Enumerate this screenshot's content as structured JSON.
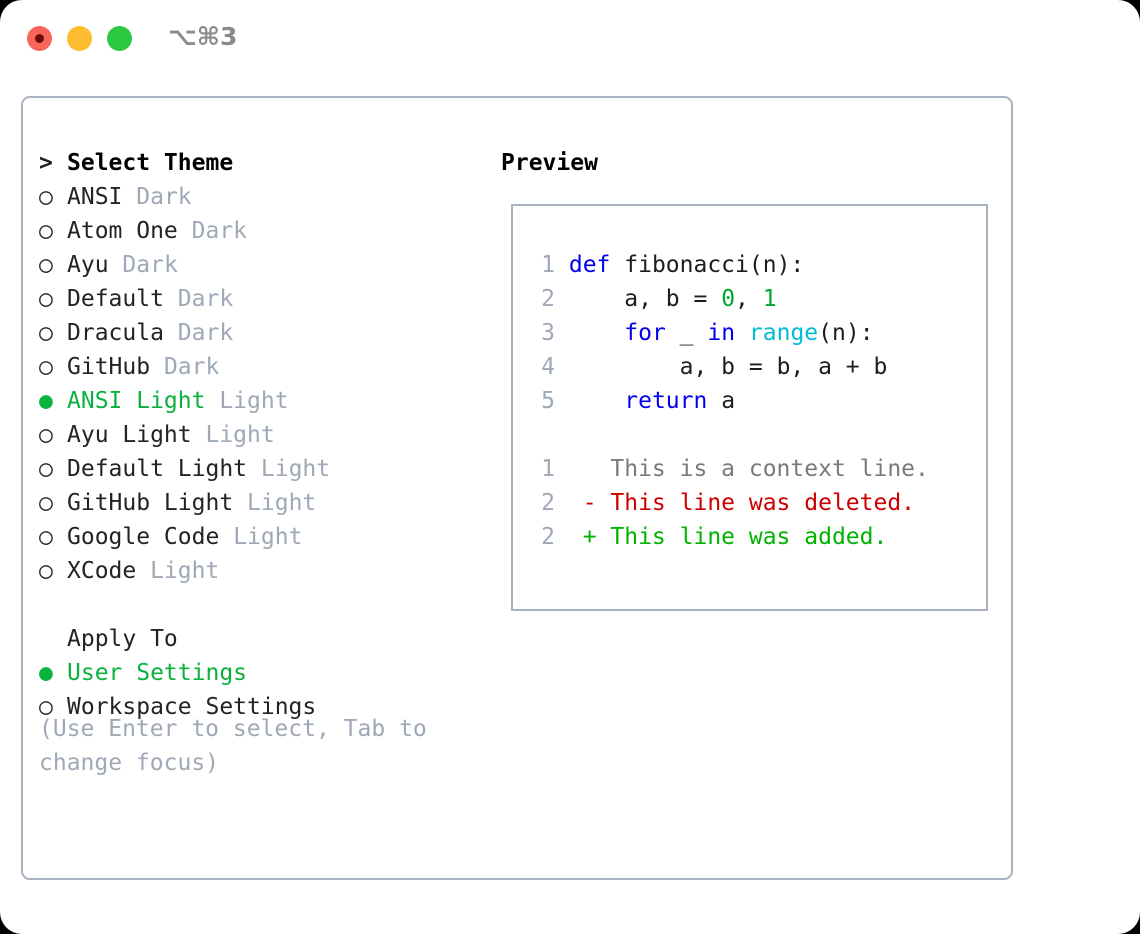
{
  "window": {
    "traffic_lights": [
      "close",
      "minimize",
      "maximize"
    ],
    "shortcut": "⌥⌘3",
    "colors": {
      "close": "#fa6459",
      "minimize": "#fdbd2e",
      "maximize": "#2bc840",
      "border": "#a8b2c1",
      "accent_green": "#09b23d",
      "muted": "#9fa8b6",
      "keyword_blue": "#0000ee",
      "function_cyan": "#00bcd4",
      "number_green": "#00a82d",
      "diff_add": "#00b300",
      "diff_del": "#cc0000",
      "diff_ctx": "#7a7a7a"
    }
  },
  "theme_panel": {
    "header_marker": ">",
    "header": "Select Theme",
    "selected_marker": "●",
    "unselected_marker": "○",
    "items": [
      {
        "name": "ANSI",
        "kind": "Dark",
        "selected": false
      },
      {
        "name": "Atom One",
        "kind": "Dark",
        "selected": false
      },
      {
        "name": "Ayu",
        "kind": "Dark",
        "selected": false
      },
      {
        "name": "Default",
        "kind": "Dark",
        "selected": false
      },
      {
        "name": "Dracula",
        "kind": "Dark",
        "selected": false
      },
      {
        "name": "GitHub",
        "kind": "Dark",
        "selected": false
      },
      {
        "name": "ANSI Light",
        "kind": "Light",
        "selected": true
      },
      {
        "name": "Ayu Light",
        "kind": "Light",
        "selected": false
      },
      {
        "name": "Default Light",
        "kind": "Light",
        "selected": false
      },
      {
        "name": "GitHub Light",
        "kind": "Light",
        "selected": false
      },
      {
        "name": "Google Code",
        "kind": "Light",
        "selected": false
      },
      {
        "name": "XCode",
        "kind": "Light",
        "selected": false
      }
    ]
  },
  "apply_to": {
    "header": "Apply To",
    "options": [
      {
        "label": "User Settings",
        "selected": true
      },
      {
        "label": "Workspace Settings",
        "selected": false
      }
    ]
  },
  "hint": "(Use Enter to select, Tab to change focus)",
  "preview": {
    "title": "Preview",
    "code_lines": [
      {
        "no": "1",
        "tokens": [
          {
            "t": "def",
            "c": "kw"
          },
          {
            "t": " fibonacci(n):",
            "c": "plain"
          }
        ]
      },
      {
        "no": "2",
        "tokens": [
          {
            "t": "    a, b = ",
            "c": "plain"
          },
          {
            "t": "0",
            "c": "num"
          },
          {
            "t": ", ",
            "c": "plain"
          },
          {
            "t": "1",
            "c": "num"
          }
        ]
      },
      {
        "no": "3",
        "tokens": [
          {
            "t": "    ",
            "c": "plain"
          },
          {
            "t": "for",
            "c": "kw"
          },
          {
            "t": " _ ",
            "c": "plain"
          },
          {
            "t": "in",
            "c": "kw"
          },
          {
            "t": " ",
            "c": "plain"
          },
          {
            "t": "range",
            "c": "fn"
          },
          {
            "t": "(n):",
            "c": "plain"
          }
        ]
      },
      {
        "no": "4",
        "tokens": [
          {
            "t": "        a, b = b, a + b",
            "c": "plain"
          }
        ]
      },
      {
        "no": "5",
        "tokens": [
          {
            "t": "    ",
            "c": "plain"
          },
          {
            "t": "return",
            "c": "kw"
          },
          {
            "t": " a",
            "c": "plain"
          }
        ]
      }
    ],
    "diff_lines": [
      {
        "no": "1",
        "marker": " ",
        "text": "This is a context line.",
        "kind": "ctx"
      },
      {
        "no": "2",
        "marker": "-",
        "text": "This line was deleted.",
        "kind": "del"
      },
      {
        "no": "2",
        "marker": "+",
        "text": "This line was added.",
        "kind": "add"
      }
    ]
  }
}
